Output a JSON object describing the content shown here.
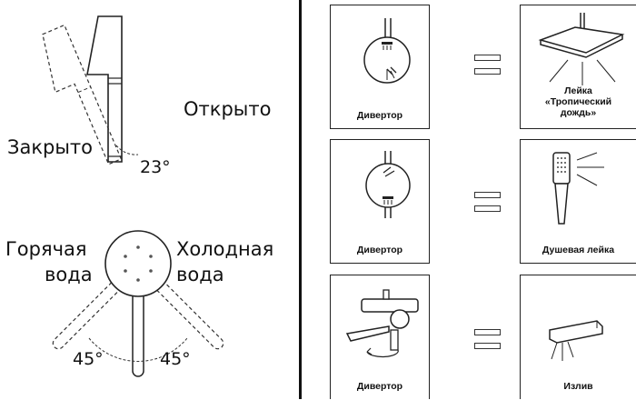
{
  "lever": {
    "label_open": "Открыто",
    "label_closed": "Закрыто",
    "angle": "23°"
  },
  "handle": {
    "label_hot_line1": "Горячая",
    "label_hot_line2": "вода",
    "label_cold_line1": "Холодная",
    "label_cold_line2": "вода",
    "angle_left": "45°",
    "angle_right": "45°"
  },
  "modes": [
    {
      "diverter_label": "Дивертор",
      "result_label": "Лейка\n«Тропический\nдождь»"
    },
    {
      "diverter_label": "Дивертор",
      "result_label": "Душевая лейка"
    },
    {
      "diverter_label": "Дивертор",
      "result_label": "Излив"
    }
  ]
}
